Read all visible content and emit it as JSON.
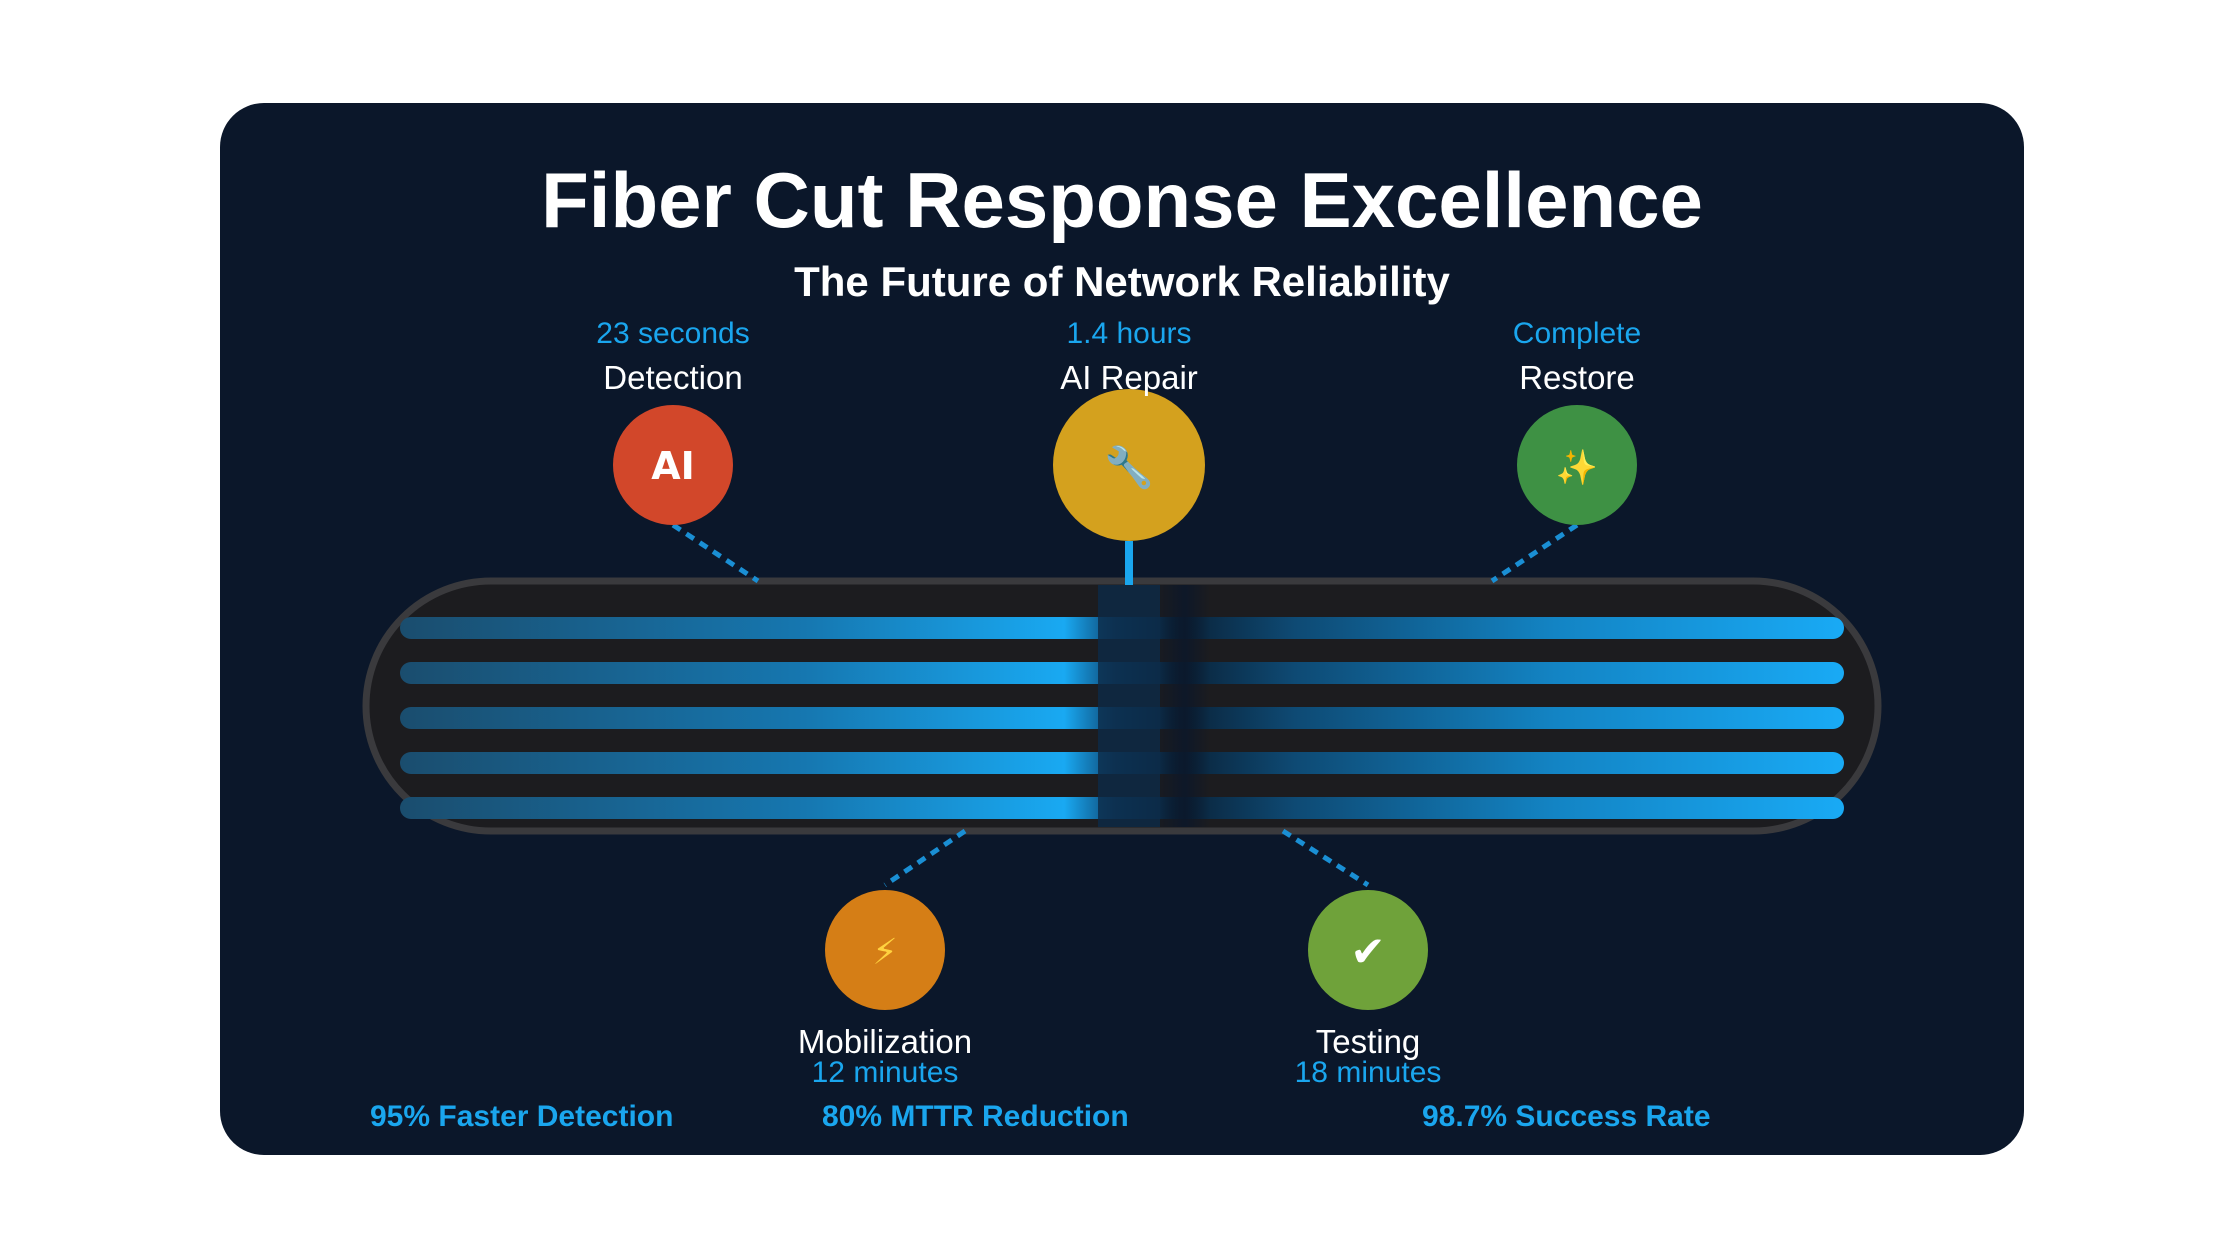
{
  "title": "Fiber Cut Response Excellence",
  "subtitle": "The Future of Network Reliability",
  "steps": [
    {
      "time": "23 seconds",
      "label": "Detection",
      "icon": "AI",
      "icon_name": "ai-icon",
      "color": "#d2472a"
    },
    {
      "time": "1.4 hours",
      "label": "AI Repair",
      "icon": "🔧",
      "icon_name": "wrench-icon",
      "color": "#d4a11e"
    },
    {
      "time": "Complete",
      "label": "Restore",
      "icon": "✨",
      "icon_name": "sparkles-icon",
      "color": "#3e9144"
    },
    {
      "time": "12 minutes",
      "label": "Mobilization",
      "icon": "⚡",
      "icon_name": "lightning-icon",
      "color": "#d57e16"
    },
    {
      "time": "18 minutes",
      "label": "Testing",
      "icon": "✔",
      "icon_name": "checkmark-icon",
      "color": "#6fa23a"
    }
  ],
  "stats": [
    {
      "text": "95% Faster Detection"
    },
    {
      "text": "80% MTTR Reduction"
    },
    {
      "text": "98.7% Success Rate"
    }
  ],
  "colors": {
    "background": "#0b172a",
    "accent": "#1aa6ee",
    "cable": "#1e1e22"
  }
}
